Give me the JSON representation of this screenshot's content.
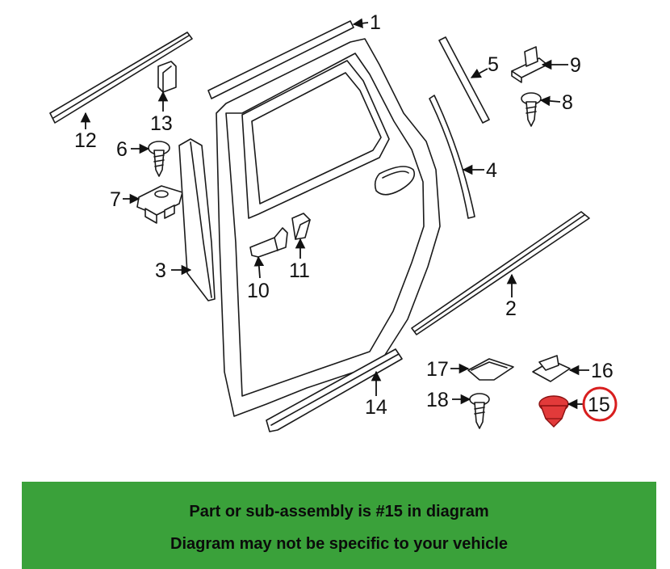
{
  "diagram": {
    "callouts": [
      {
        "id": "1",
        "label": "1"
      },
      {
        "id": "2",
        "label": "2"
      },
      {
        "id": "3",
        "label": "3"
      },
      {
        "id": "4",
        "label": "4"
      },
      {
        "id": "5",
        "label": "5"
      },
      {
        "id": "6",
        "label": "6"
      },
      {
        "id": "7",
        "label": "7"
      },
      {
        "id": "8",
        "label": "8"
      },
      {
        "id": "9",
        "label": "9"
      },
      {
        "id": "10",
        "label": "10"
      },
      {
        "id": "11",
        "label": "11"
      },
      {
        "id": "12",
        "label": "12"
      },
      {
        "id": "13",
        "label": "13"
      },
      {
        "id": "14",
        "label": "14"
      },
      {
        "id": "15",
        "label": "15"
      },
      {
        "id": "16",
        "label": "16"
      },
      {
        "id": "17",
        "label": "17"
      },
      {
        "id": "18",
        "label": "18"
      }
    ],
    "highlighted_part": "15",
    "highlight_color": "#e23a3a",
    "circle_color": "#d81e1e"
  },
  "banner": {
    "line1": "Part or sub-assembly is #15 in diagram",
    "line2": "Diagram may not be specific to your vehicle",
    "background": "#3aa13a"
  }
}
